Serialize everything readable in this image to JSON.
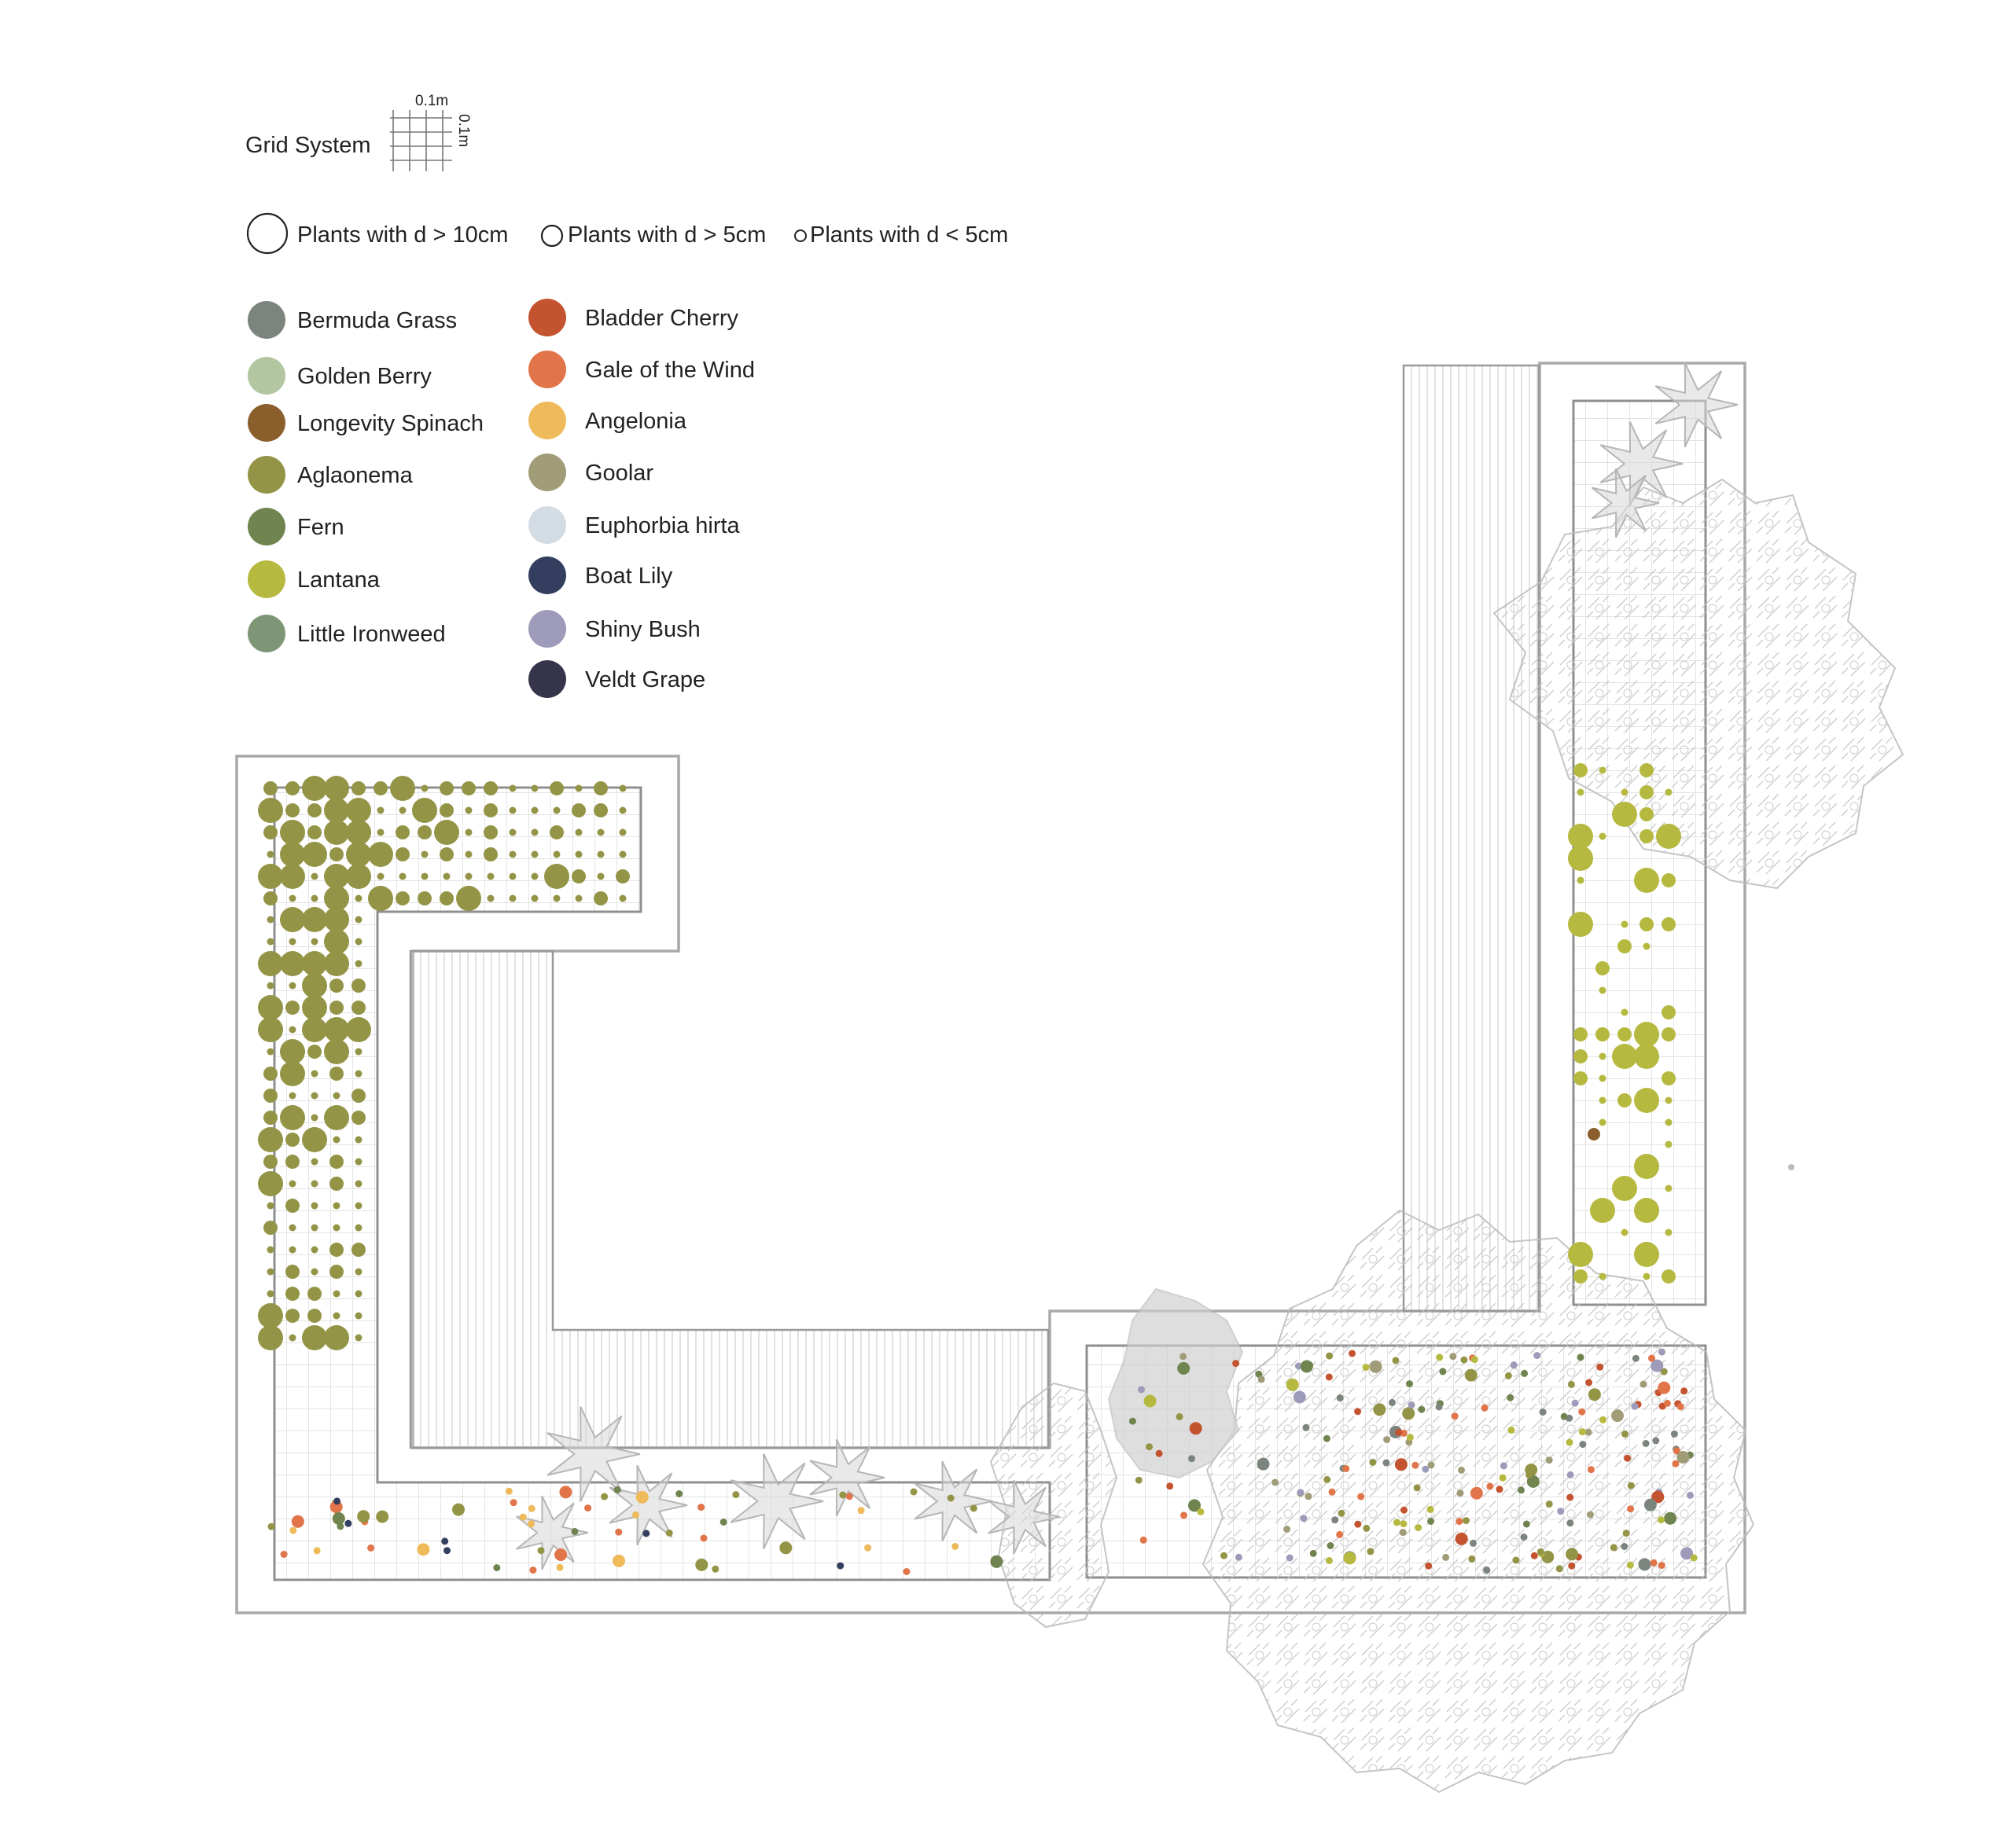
{
  "legend": {
    "grid": {
      "title": "Grid System",
      "dim_h": "0.1m",
      "dim_v": "0.1m"
    },
    "sizes": [
      {
        "label": "Plants with d > 10cm"
      },
      {
        "label": "Plants with d > 5cm"
      },
      {
        "label": "Plants with d < 5cm"
      }
    ],
    "species": [
      {
        "key": "bermuda",
        "label": "Bermuda Grass",
        "color": "#7c857d"
      },
      {
        "key": "golden",
        "label": "Golden Berry",
        "color": "#b3c6a2"
      },
      {
        "key": "longevity",
        "label": "Longevity Spinach",
        "color": "#8a5f2c"
      },
      {
        "key": "aglaonema",
        "label": "Aglaonema",
        "color": "#949447"
      },
      {
        "key": "fern",
        "label": "Fern",
        "color": "#6f844f"
      },
      {
        "key": "lantana",
        "label": "Lantana",
        "color": "#b6b940"
      },
      {
        "key": "ironweed",
        "label": "Little Ironweed",
        "color": "#7e9676"
      },
      {
        "key": "bladder",
        "label": "Bladder Cherry",
        "color": "#c4532f"
      },
      {
        "key": "gale",
        "label": "Gale of the Wind",
        "color": "#e27449"
      },
      {
        "key": "angelonia",
        "label": "Angelonia",
        "color": "#eeba5a"
      },
      {
        "key": "goolar",
        "label": "Goolar",
        "color": "#a09c78"
      },
      {
        "key": "euphorbia",
        "label": "Euphorbia hirta",
        "color": "#d3dce4"
      },
      {
        "key": "boatlily",
        "label": "Boat Lily",
        "color": "#343f60"
      },
      {
        "key": "shiny",
        "label": "Shiny Bush",
        "color": "#9d9bb9"
      },
      {
        "key": "veldt",
        "label": "Veldt Grape",
        "color": "#35344a"
      }
    ]
  }
}
